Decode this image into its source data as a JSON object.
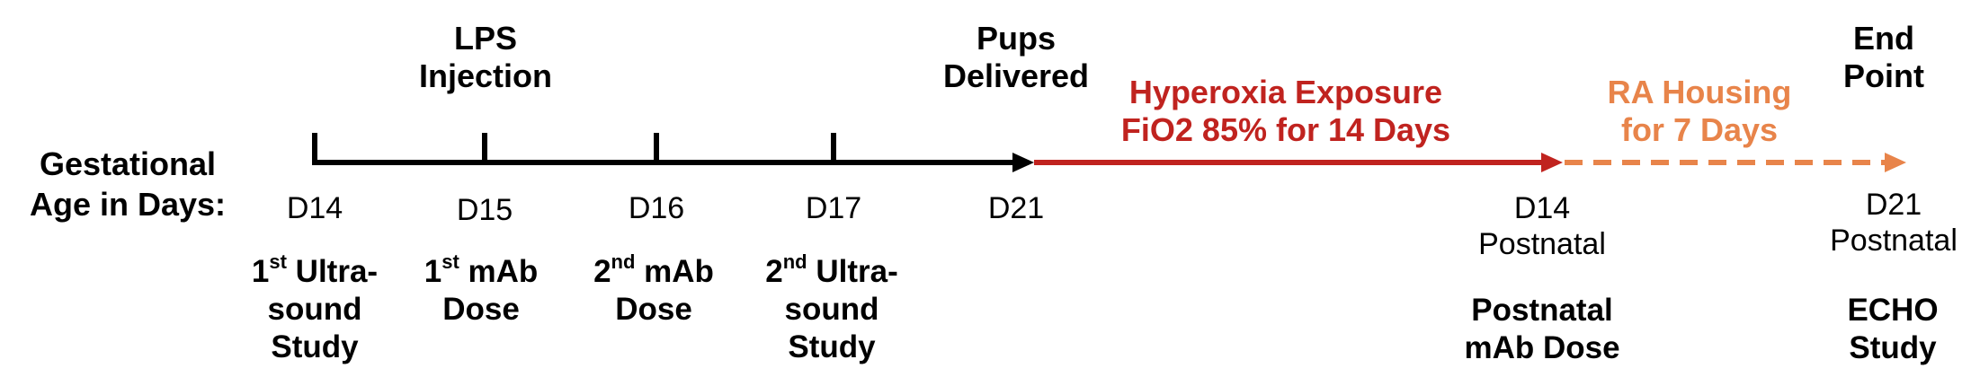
{
  "axis_label": {
    "line1": "Gestational",
    "line2": "Age in Days:"
  },
  "top_labels": {
    "lps": {
      "line1": "LPS",
      "line2": "Injection"
    },
    "pups": {
      "line1": "Pups",
      "line2": "Delivered"
    },
    "hyperoxia": {
      "line1": "Hyperoxia Exposure",
      "line2": "FiO2 85% for 14 Days"
    },
    "ra": {
      "line1": "RA Housing",
      "line2": "for 7 Days"
    },
    "end": {
      "line1": "End",
      "line2": "Point"
    }
  },
  "days": {
    "d14": "D14",
    "d15": "D15",
    "d16": "D16",
    "d17": "D17",
    "d21": "D21",
    "p14": {
      "line1": "D14",
      "line2": "Postnatal"
    },
    "p21": {
      "line1": "D21",
      "line2": "Postnatal"
    }
  },
  "events": {
    "first_us": {
      "num": "1",
      "sup": "st",
      "rest": " Ultra-",
      "line2": "sound",
      "line3": "Study"
    },
    "first_mab": {
      "num": "1",
      "sup": "st",
      "rest": " mAb",
      "line2": "Dose"
    },
    "second_mab": {
      "num": "2",
      "sup": "nd",
      "rest": " mAb",
      "line2": "Dose"
    },
    "second_us": {
      "num": "2",
      "sup": "nd",
      "rest": " Ultra-",
      "line2": "sound",
      "line3": "Study"
    },
    "postnatal_mab": {
      "line1": "Postnatal",
      "line2": "mAb Dose"
    },
    "echo": {
      "line1": "ECHO",
      "line2": "Study"
    }
  },
  "colors": {
    "gestation_line": "#000000",
    "hyperoxia": "#c0231f",
    "ra": "#e8844a"
  }
}
